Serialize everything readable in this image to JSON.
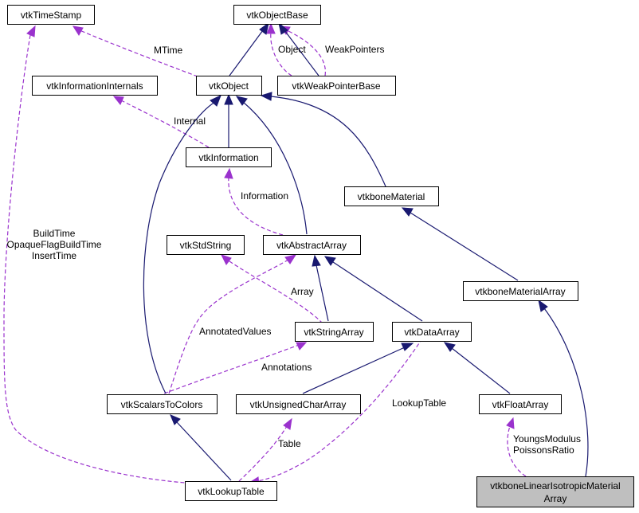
{
  "nodes": {
    "timestamp": "vtkTimeStamp",
    "objectbase": "vtkObjectBase",
    "infointernals": "vtkInformationInternals",
    "object": "vtkObject",
    "weakptrbase": "vtkWeakPointerBase",
    "information": "vtkInformation",
    "bonematerial": "vtkboneMaterial",
    "stdstring": "vtkStdString",
    "abstractarray": "vtkAbstractArray",
    "bonematerialarray": "vtkboneMaterialArray",
    "stringarray": "vtkStringArray",
    "dataarray": "vtkDataArray",
    "scalarstocolors": "vtkScalarsToColors",
    "unsignedchararray": "vtkUnsignedCharArray",
    "floatarray": "vtkFloatArray",
    "lookuptable": "vtkLookupTable",
    "linisomaterialarray_line1": "vtkboneLinearIsotropicMaterial",
    "linisomaterialarray_line2": "Array"
  },
  "edge_labels": {
    "mtime": "MTime",
    "object": "Object",
    "weakpointers": "WeakPointers",
    "internal": "Internal",
    "information": "Information",
    "buildtime_1": "BuildTime",
    "buildtime_2": "OpaqueFlagBuildTime",
    "buildtime_3": "InsertTime",
    "array": "Array",
    "annotatedvalues": "AnnotatedValues",
    "annotations": "Annotations",
    "lookuptable": "LookupTable",
    "table": "Table",
    "youngs_1": "YoungsModulus",
    "youngs_2": "PoissonsRatio"
  },
  "colors": {
    "inheritance_edge": "#191970",
    "usage_edge": "#9a32cd",
    "focus_node_fill": "#bfbfbf"
  }
}
